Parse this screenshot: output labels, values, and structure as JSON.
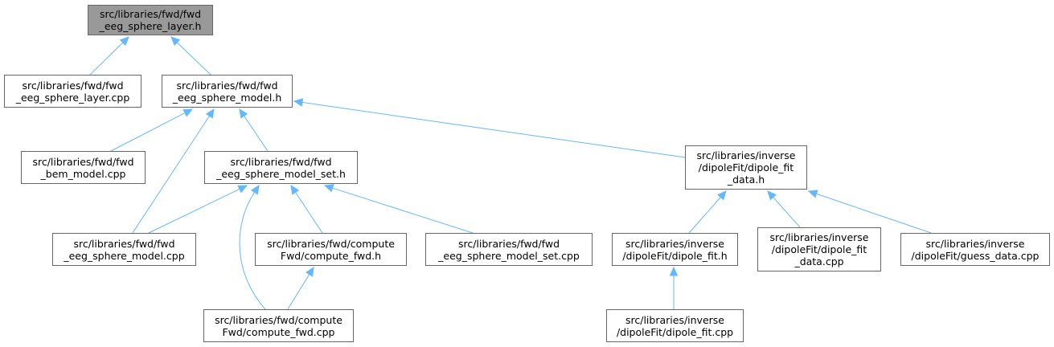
{
  "colors": {
    "edge": "#63b8ff",
    "node_border": "#666666",
    "current_fill": "#999999",
    "node_fill": "#ffffff"
  },
  "nodes": {
    "root": {
      "lines": [
        "src/libraries/fwd/fwd",
        "_eeg_sphere_layer.h"
      ],
      "current": true
    },
    "layercpp": {
      "lines": [
        "src/libraries/fwd/fwd",
        "_eeg_sphere_layer.cpp"
      ]
    },
    "modelh": {
      "lines": [
        "src/libraries/fwd/fwd",
        "_eeg_sphere_model.h"
      ]
    },
    "bem": {
      "lines": [
        "src/libraries/fwd/fwd",
        "_bem_model.cpp"
      ]
    },
    "modelseth": {
      "lines": [
        "src/libraries/fwd/fwd",
        "_eeg_sphere_model_set.h"
      ]
    },
    "fitdatah": {
      "lines": [
        "src/libraries/inverse",
        "/dipoleFit/dipole_fit",
        "_data.h"
      ]
    },
    "modelcpp": {
      "lines": [
        "src/libraries/fwd/fwd",
        "_eeg_sphere_model.cpp"
      ]
    },
    "cfwdh": {
      "lines": [
        "src/libraries/fwd/compute",
        "Fwd/compute_fwd.h"
      ]
    },
    "modelsetcpp": {
      "lines": [
        "src/libraries/fwd/fwd",
        "_eeg_sphere_model_set.cpp"
      ]
    },
    "fith": {
      "lines": [
        "src/libraries/inverse",
        "/dipoleFit/dipole_fit.h"
      ]
    },
    "fitdatacpp": {
      "lines": [
        "src/libraries/inverse",
        "/dipoleFit/dipole_fit",
        "_data.cpp"
      ]
    },
    "guess": {
      "lines": [
        "src/libraries/inverse",
        "/dipoleFit/guess_data.cpp"
      ]
    },
    "cfwdcpp": {
      "lines": [
        "src/libraries/fwd/compute",
        "Fwd/compute_fwd.cpp"
      ]
    },
    "fitcpp": {
      "lines": [
        "src/libraries/inverse",
        "/dipoleFit/dipole_fit.cpp"
      ]
    }
  },
  "edges": [
    {
      "from": "layercpp",
      "to": "root"
    },
    {
      "from": "modelh",
      "to": "root"
    },
    {
      "from": "bem",
      "to": "modelh"
    },
    {
      "from": "modelcpp",
      "to": "modelh"
    },
    {
      "from": "modelseth",
      "to": "modelh"
    },
    {
      "from": "fitdatah",
      "to": "modelh"
    },
    {
      "from": "modelcpp",
      "to": "modelseth"
    },
    {
      "from": "cfwdcpp",
      "to": "modelseth"
    },
    {
      "from": "cfwdh",
      "to": "modelseth"
    },
    {
      "from": "modelsetcpp",
      "to": "modelseth"
    },
    {
      "from": "cfwdcpp",
      "to": "cfwdh"
    },
    {
      "from": "fith",
      "to": "fitdatah"
    },
    {
      "from": "fitdatacpp",
      "to": "fitdatah"
    },
    {
      "from": "guess",
      "to": "fitdatah"
    },
    {
      "from": "fitcpp",
      "to": "fith"
    }
  ]
}
